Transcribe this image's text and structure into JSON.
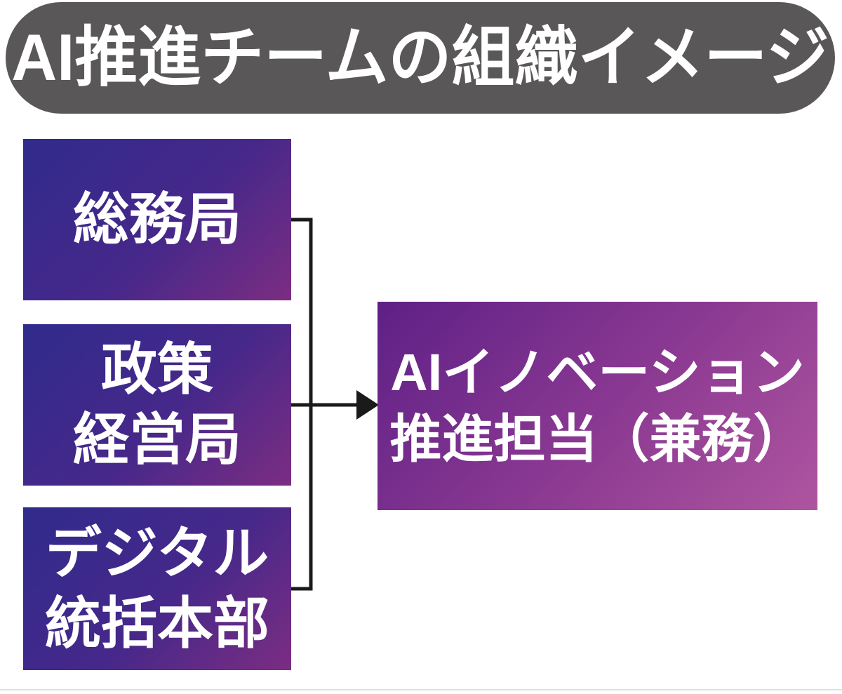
{
  "title": {
    "text": "AI推進チームの組織イメージ"
  },
  "source_boxes": [
    {
      "id": "soumu",
      "lines": [
        "総務局"
      ]
    },
    {
      "id": "seisaku-keiei",
      "lines": [
        "政策",
        "経営局"
      ]
    },
    {
      "id": "digital-toukatsu",
      "lines": [
        "デジタル",
        "統括本部"
      ]
    }
  ],
  "result_box": {
    "lines": [
      "AIイノベーション",
      "推進担当（兼務）"
    ]
  },
  "colors": {
    "title_bg": "#595757",
    "title_text": "#ffffff",
    "box_gradient_start": "#302b8c",
    "box_gradient_mid": "#46288a",
    "box_gradient_end": "#7c2d82",
    "result_gradient_start": "#5e2086",
    "result_gradient_mid": "#8c3a92",
    "result_gradient_end": "#ae55a0",
    "connector": "#1a1a1a",
    "baseline": "#e0e0e0"
  }
}
